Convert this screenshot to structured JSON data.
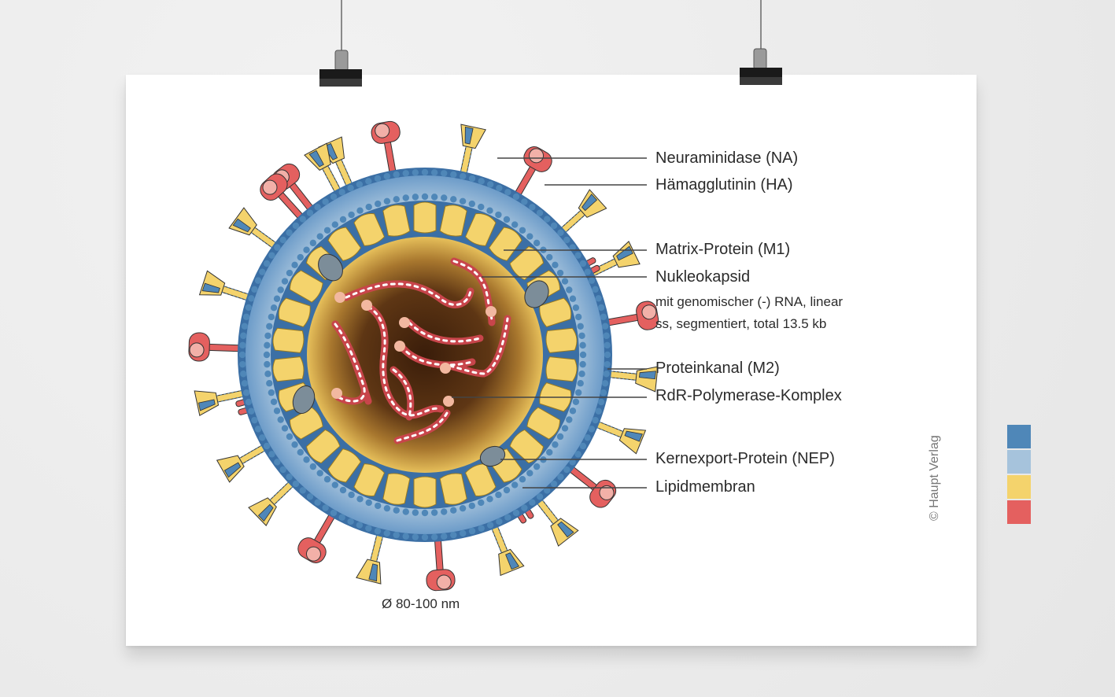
{
  "labels": {
    "neuraminidase": "Neuraminidase (NA)",
    "hemagglutinin": "Hämagglutinin (HA)",
    "matrix": "Matrix-Protein (M1)",
    "nucleocapsid": "Nukleokapsid",
    "nucleocapsid_detail_1": "mit genomischer (-) RNA, linear",
    "nucleocapsid_detail_2": "ss, segmentiert, total 13.5 kb",
    "ion_channel": "Proteinkanal (M2)",
    "polymerase": "RdR-Polymerase-Komplex",
    "nep": "Kernexport-Protein (NEP)",
    "lipid": "Lipidmembran"
  },
  "diameter": "Ø 80-100 nm",
  "copyright": "© Haupt Verlag",
  "palette": {
    "blue": "#4f87b8",
    "light_blue": "#a6c3dc",
    "yellow": "#f4d36c",
    "red": "#e4605f"
  },
  "icons": [
    "binder-clip-icon",
    "virion-illustration"
  ]
}
